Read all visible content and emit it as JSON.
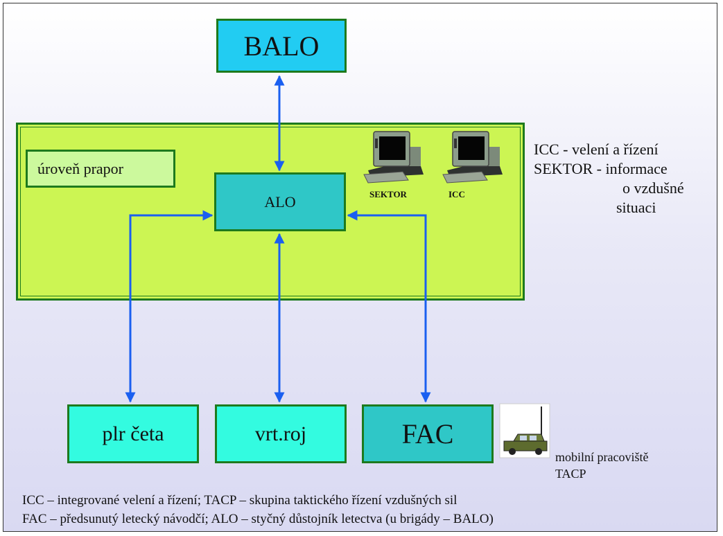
{
  "nodes": {
    "balo": "BALO",
    "alo": "ALO",
    "prapor": "úroveň prapor",
    "plr": "plr četa",
    "vrt": "vrt.roj",
    "fac": "FAC"
  },
  "workstations": {
    "sektor": "SEKTOR",
    "icc": "ICC"
  },
  "side_notes": {
    "line1": "ICC - velení a řízení",
    "line2": "SEKTOR - informace",
    "line3": "o vzdušné",
    "line4": "situaci"
  },
  "vehicle": {
    "line1": "mobilní pracoviště",
    "line2": "TACP"
  },
  "footer": {
    "line1": "ICC – integrované velení a řízení;  TACP – skupina taktického řízení vzdušných sil",
    "line2": "FAC – předsunutý letecký návodčí; ALO – styčný důstojník letectva (u brigády – BALO)"
  },
  "colors": {
    "arrow": "#1a5ff0",
    "border": "#1d7a1d",
    "balo_fill": "#22ccf2",
    "container_fill": "#ccf553",
    "alo_fill": "#2fc7c7",
    "light_cyan": "#33fbe0"
  }
}
